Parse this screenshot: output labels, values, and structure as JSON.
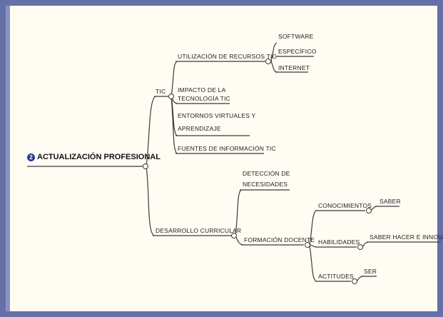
{
  "mindmap": {
    "root": {
      "badge": "2",
      "label": "ACTUALIZACIÓN PROFESIONAL"
    },
    "branches": [
      {
        "label": "TIC",
        "children": [
          {
            "label": "UTILIZACIÓN DE RECURSOS TIC",
            "children": [
              {
                "label": "SOFTWARE ESPECÍFICO"
              },
              {
                "label": "INTERNET"
              }
            ]
          },
          {
            "label": "IMPACTO DE LA TECNOLOGÍA TIC"
          },
          {
            "label": "ENTORNOS VIRTUALES Y APRENDIZAJE"
          },
          {
            "label": "FUENTES DE INFORMACIÓN TIC"
          }
        ]
      },
      {
        "label": "DESARROLLO CURRICULAR",
        "children": [
          {
            "label": "DETECCIÓN DE NECESIDADES"
          },
          {
            "label": "FORMACIÓN DOCENTE",
            "children": [
              {
                "label": "CONOCIMIENTOS",
                "children": [
                  {
                    "label": "SABER"
                  }
                ]
              },
              {
                "label": "HABILIDADES",
                "children": [
                  {
                    "label": "SABER HACER E INNOVAR"
                  }
                ]
              },
              {
                "label": "ACTITUDES",
                "children": [
                  {
                    "label": "SER"
                  }
                ]
              }
            ]
          }
        ]
      }
    ]
  },
  "display": {
    "software_line1": "SOFTWARE",
    "software_line2": "ESPECÍFICO",
    "impacto_line1": "IMPACTO DE LA",
    "impacto_line2": "TECNOLOGÍA TIC",
    "entornos_line1": "ENTORNOS VIRTUALES Y",
    "entornos_line2": "APRENDIZAJE",
    "deteccion_line1": "DETECCIÓN DE",
    "deteccion_line2": "NECESIDADES"
  },
  "colors": {
    "border": "#6670a8",
    "canvas": "#fffdf3",
    "line": "#3a3a3a",
    "badge": "#2a3a9a"
  }
}
